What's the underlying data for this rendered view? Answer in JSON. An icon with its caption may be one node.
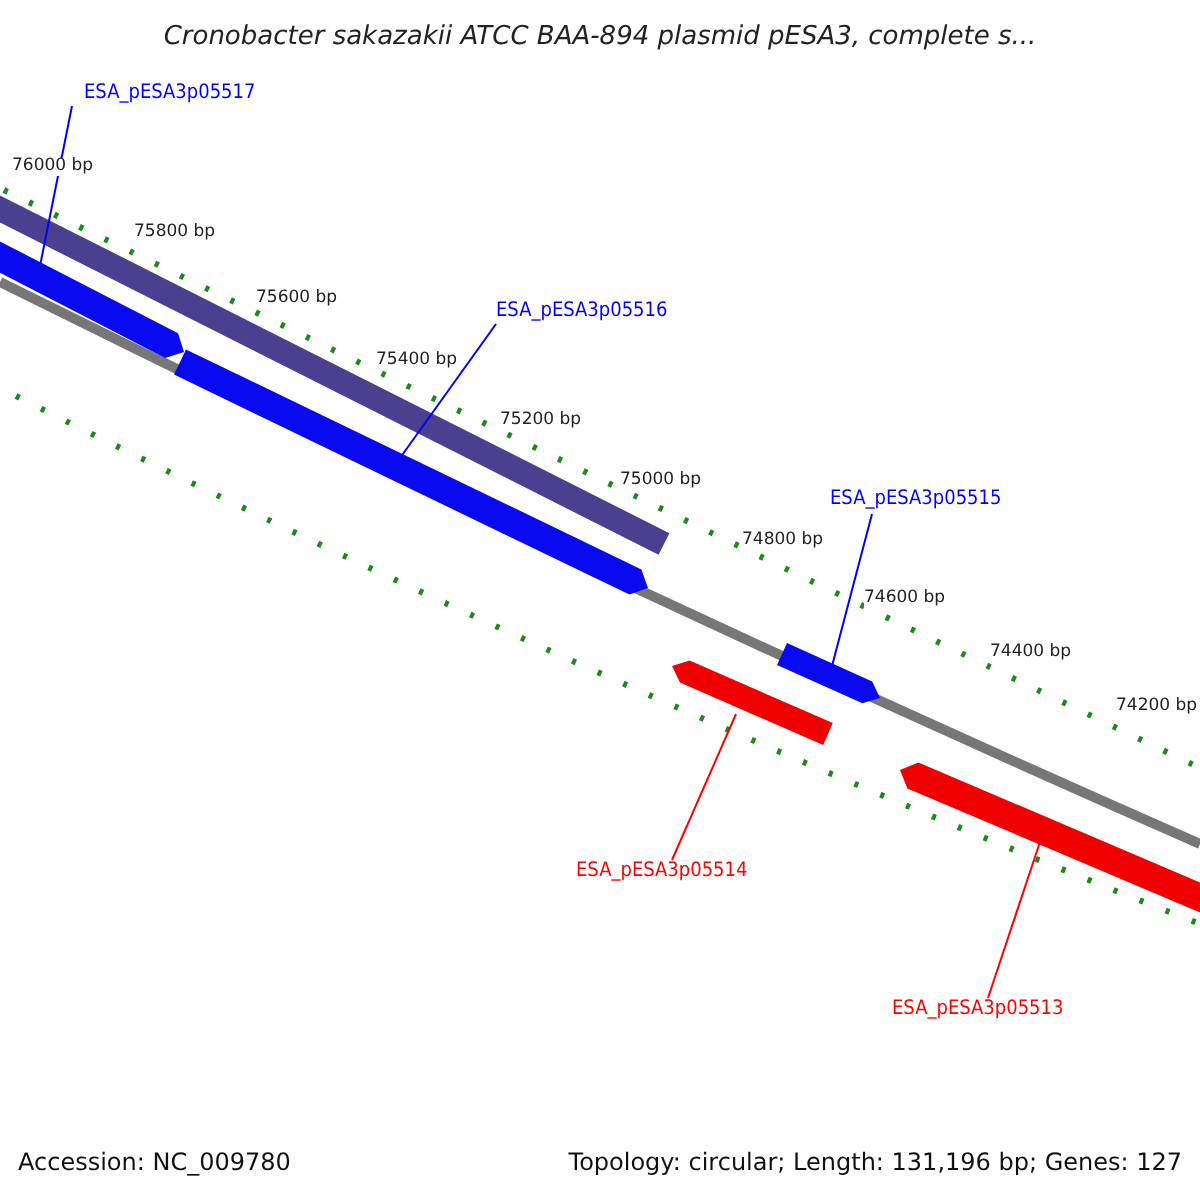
{
  "diagram": {
    "title": "Cronobacter sakazakii ATCC BAA-894 plasmid pESA3, complete s...",
    "nodes": [
      {
        "text": [
          "ESA_pESA3p05517"
        ]
      },
      {
        "text": [],
        "shape": "bar"
      },
      {
        "text": [
          "ESA_pESA3p05516"
        ]
      },
      {
        "text": [],
        "shape": "bar"
      },
      {
        "text": [
          "ESA_pESA3p05515"
        ]
      },
      {
        "text": [],
        "shape": "bar"
      },
      {
        "text": [
          "ESA_pESA3p05514"
        ]
      },
      {
        "text": [],
        "shape": "bar"
      },
      {
        "text": [
          "ESA_pESA3p05513"
        ]
      },
      {
        "text": [],
        "shape": "bar"
      }
    ],
    "edges": [
      {
        "from": 0,
        "to": 1,
        "arrow": "none"
      },
      {
        "from": 2,
        "to": 3,
        "arrow": "none"
      },
      {
        "from": 4,
        "to": 5,
        "arrow": "none"
      },
      {
        "from": 6,
        "to": 7,
        "arrow": "none",
        "color": "#ff0000"
      },
      {
        "from": 8,
        "to": 9,
        "arrow": "none",
        "color": "#ff0000"
      }
    ],
    "labels": [
      "76000 bp",
      "75800 bp",
      "75600 bp",
      "75400 bp",
      "75200 bp",
      "75000 bp",
      "74800 bp",
      "74600 bp",
      "74400 bp",
      "74200 bp",
      "Accession: NC_009780",
      "Topology: circular; Length: 131,196 bp; Genes: 127"
    ]
  }
}
